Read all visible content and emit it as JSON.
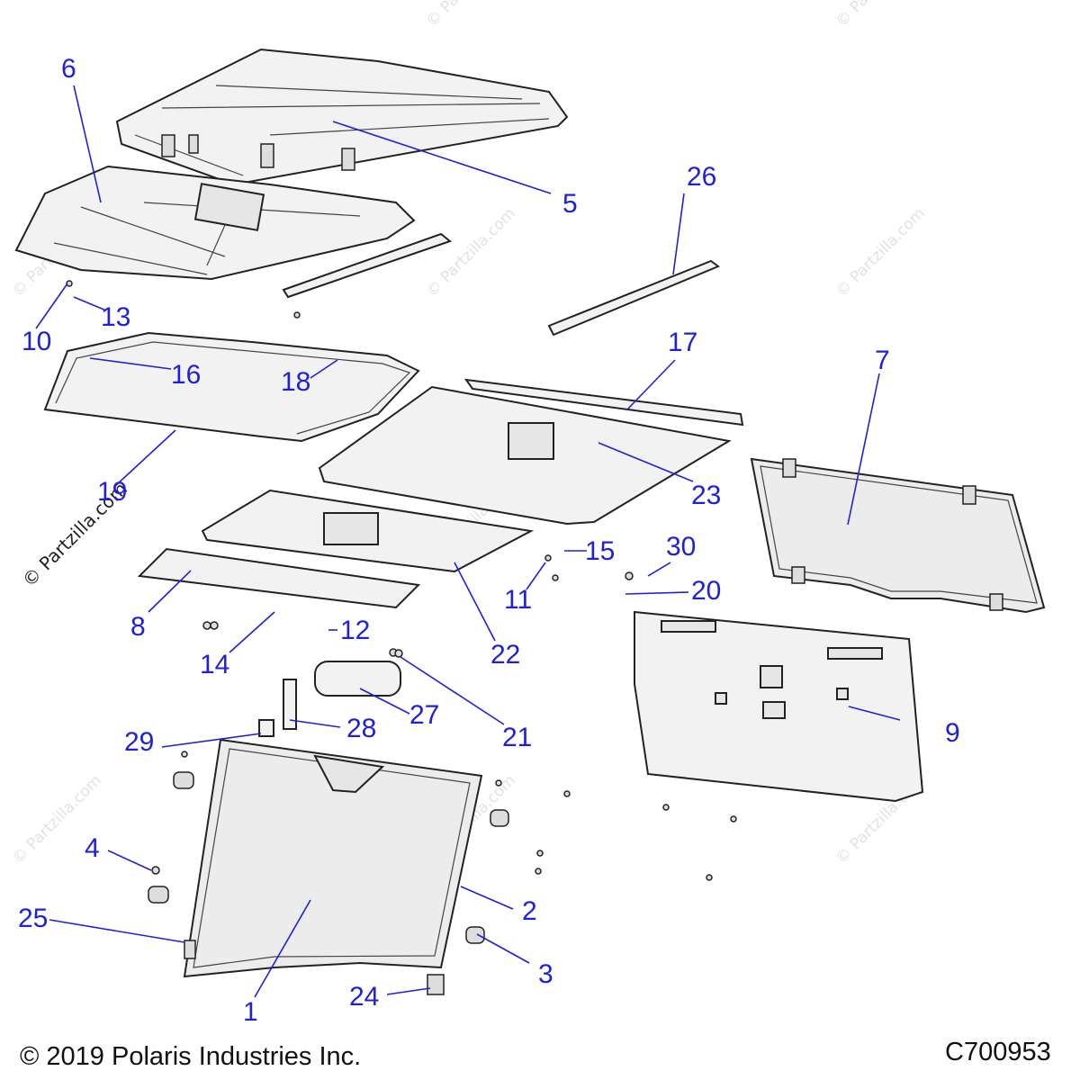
{
  "footer": {
    "copyright": "© 2019 Polaris Industries Inc.",
    "code": "C700953"
  },
  "watermark": {
    "text": "© Partzilla.com"
  },
  "callouts": [
    "1",
    "2",
    "3",
    "4",
    "5",
    "6",
    "7",
    "8",
    "9",
    "10",
    "11",
    "12",
    "13",
    "14",
    "15",
    "16",
    "17",
    "18",
    "19",
    "20",
    "21",
    "22",
    "23",
    "24",
    "25",
    "26",
    "27",
    "28",
    "29",
    "30"
  ],
  "colors": {
    "callout": "#2020d8",
    "outline": "#222222",
    "watermark": "#e2e2e2"
  }
}
